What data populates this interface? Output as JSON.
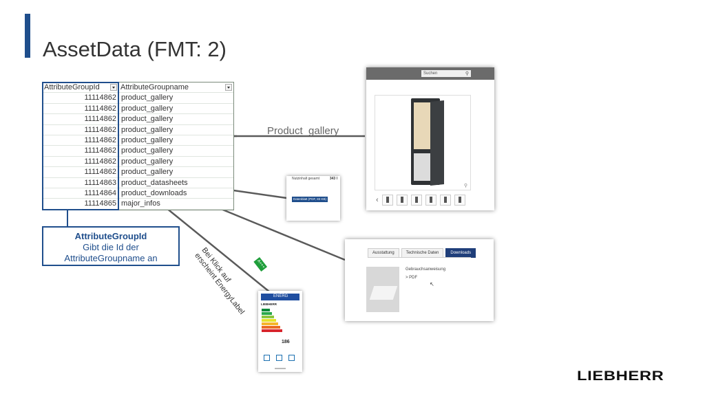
{
  "slide": {
    "title": "AssetData (FMT: 2)"
  },
  "table": {
    "headers": [
      "AttributeGroupId",
      "AttributeGroupname"
    ],
    "rows": [
      [
        "11114862",
        "product_gallery"
      ],
      [
        "11114862",
        "product_gallery"
      ],
      [
        "11114862",
        "product_gallery"
      ],
      [
        "11114862",
        "product_gallery"
      ],
      [
        "11114862",
        "product_gallery"
      ],
      [
        "11114862",
        "product_gallery"
      ],
      [
        "11114862",
        "product_gallery"
      ],
      [
        "11114862",
        "product_gallery"
      ],
      [
        "11114863",
        "product_datasheets"
      ],
      [
        "11114864",
        "product_downloads"
      ],
      [
        "11114865",
        "major_infos"
      ]
    ]
  },
  "callout": {
    "title": "AttributeGroupId",
    "line1": "Gibt die Id der",
    "line2": "AttributeGroupname an"
  },
  "product_gallery_label": "Product_gallery",
  "energy_note": {
    "line1": "Bei Klick auf",
    "line2": "erscheint EnergyLabel"
  },
  "energy_badge": "A+++",
  "gallery_shot": {
    "search_placeholder": "Suchen"
  },
  "datasheet_shot": {
    "label": "Nutzinhalt gesamt",
    "value": "343 l",
    "button": "Datenblatt (PDF, 83 KB)"
  },
  "downloads_shot": {
    "tabs": [
      "Ausstattung",
      "Technische Daten",
      "Downloads"
    ],
    "active_tab": "Downloads",
    "item_title": "Gebrauchsanweisung",
    "item_link": "> PDF"
  },
  "energy_label": {
    "header": "ENERG",
    "brand": "LIEBHERR",
    "consumption": "186"
  },
  "brand": "LIEBHERR",
  "colors": {
    "accent": "#1f4e8c",
    "line": "#5a5a5a"
  }
}
